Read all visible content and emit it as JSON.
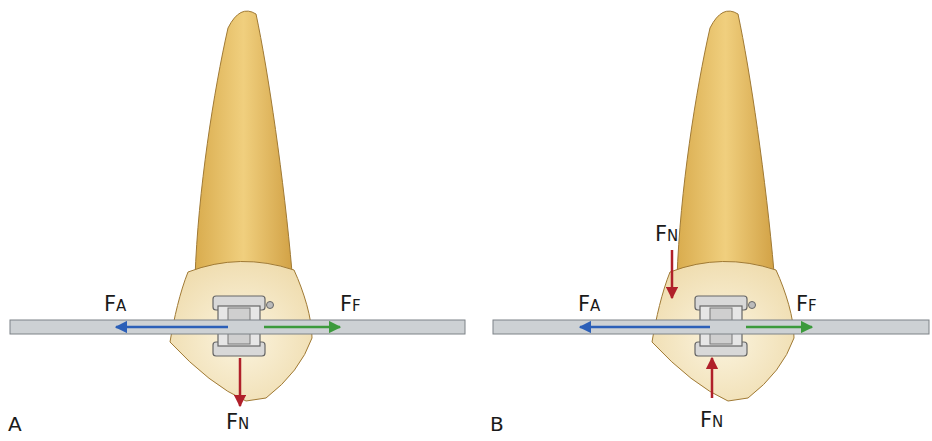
{
  "diagram": {
    "labels": [
      "FA",
      "FF",
      "FN",
      "A",
      "FN",
      "FA",
      "FF",
      "FN",
      "B"
    ]
  }
}
